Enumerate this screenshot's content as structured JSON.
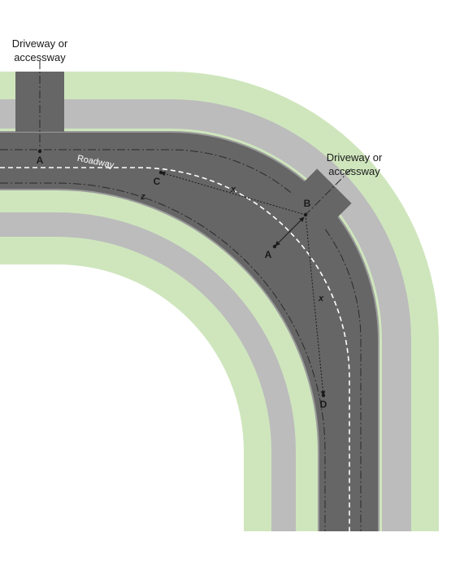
{
  "colors": {
    "verge": "#cfe6bd",
    "footpath": "#bcbcbc",
    "road": "#666666",
    "edge_line": "#9a9a9a",
    "lane_marking": "#ffffff",
    "guide_line": "#2a2a2a",
    "text": "#1a1a1a"
  },
  "labels": {
    "driveway_top": [
      "Driveway or",
      "accessway"
    ],
    "driveway_right": [
      "Driveway or",
      "accessway"
    ],
    "roadway": "Roadway",
    "point_a_top": "A",
    "point_a_right": "A",
    "point_b": "B",
    "point_c": "C",
    "point_d": "D",
    "dim_x_upper": "x",
    "dim_x_lower": "x",
    "dim_z": "z"
  }
}
